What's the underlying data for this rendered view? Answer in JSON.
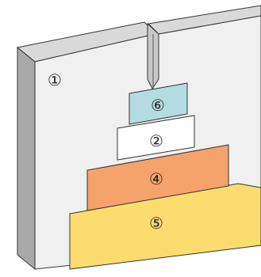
{
  "diagram": {
    "labels": {
      "wall": "①",
      "layer_top": "⑥",
      "layer_2": "②",
      "layer_4": "④",
      "layer_5": "⑤"
    },
    "colors": {
      "wall_face": "#f0f0f0",
      "wall_top": "#d9d9d9",
      "wall_side": "#a9a9a9",
      "outline": "#333333",
      "layer_top": "#b3dde0",
      "layer_2": "#ffffff",
      "layer_4": "#f6a26b",
      "layer_5": "#fbdc6f"
    }
  }
}
